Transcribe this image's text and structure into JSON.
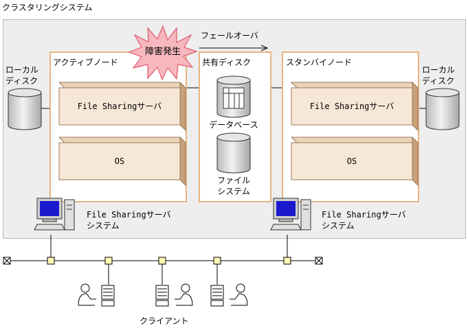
{
  "diagram": {
    "cluster_label": "クラスタリングシステム",
    "failover_label": "フェールオーバ",
    "failure_burst": "障害発生",
    "active_node": {
      "title": "アクティブノード",
      "server_label": "File Sharingサーバ",
      "os_label": "OS"
    },
    "standby_node": {
      "title": "スタンバイノード",
      "server_label": "File Sharingサーバ",
      "os_label": "OS"
    },
    "shared_disk": {
      "title": "共有ディスク",
      "database_label": "データベース",
      "file_system_label_line1": "ファイル",
      "file_system_label_line2": "システム"
    },
    "local_disk_left": {
      "line1": "ローカル",
      "line2": "ディスク"
    },
    "local_disk_right": {
      "line1": "ローカル",
      "line2": "ディスク"
    },
    "system_left": {
      "line1": "File Sharingサーバ",
      "line2": "システム"
    },
    "system_right": {
      "line1": "File Sharingサーバ",
      "line2": "システム"
    },
    "clients_label": "クライアント",
    "colors": {
      "cluster_bg": "#eeeeee",
      "node_border": "#e8b482",
      "component_face": "#f7e7d7",
      "component_side": "#c9a07a",
      "burst_fill": "#f7b7bf",
      "burst_stroke": "#e05a6a",
      "disk_face": "#d8d8d8",
      "connector_fill": "#fff7b5"
    }
  }
}
